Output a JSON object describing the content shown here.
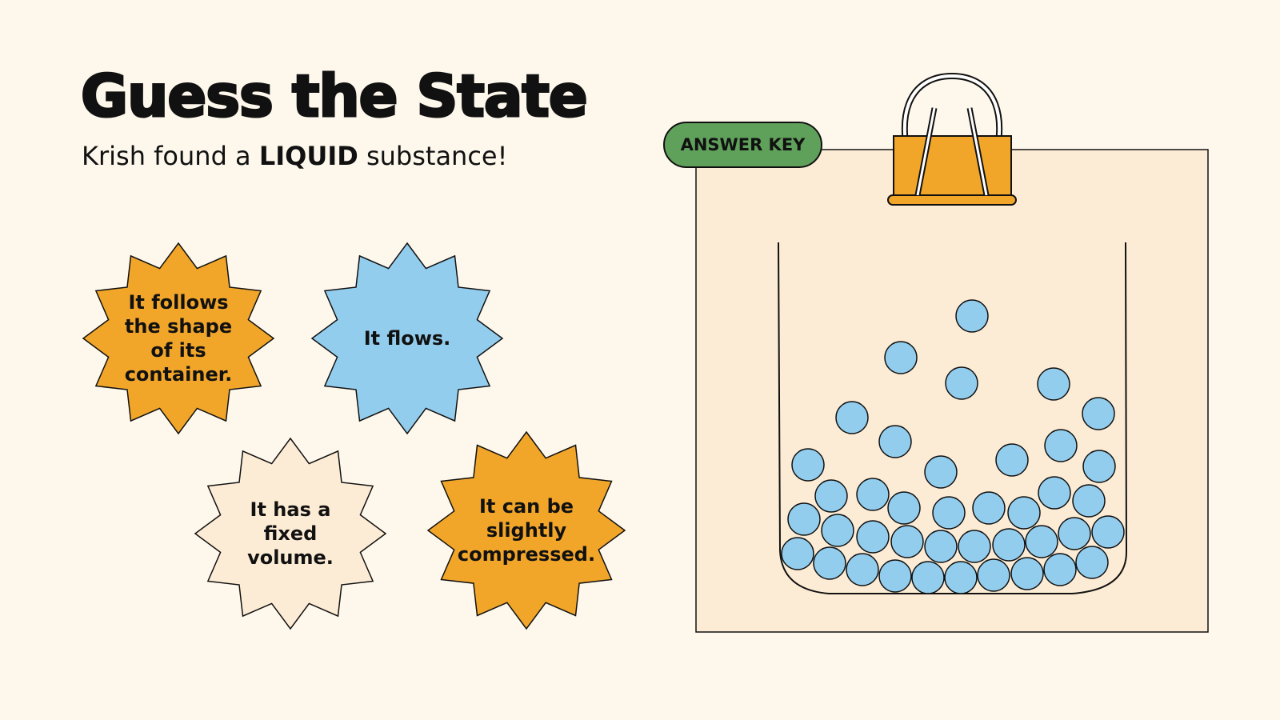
{
  "title": "Guess the State",
  "subtitle": {
    "before": "Krish found a ",
    "highlight": "LIQUID",
    "after": " substance!"
  },
  "badge": "ANSWER KEY",
  "cards": [
    {
      "lines": [
        "It follows",
        "the shape",
        "of its",
        "container."
      ],
      "fill": "#f1a62a"
    },
    {
      "lines": [
        "It flows."
      ],
      "fill": "#93cdee"
    },
    {
      "lines": [
        "It has a",
        "fixed",
        "volume."
      ],
      "fill": "#fdecd5"
    },
    {
      "lines": [
        "It can be",
        "slightly",
        "compressed."
      ],
      "fill": "#f1a62a"
    }
  ],
  "colors": {
    "background": "#fef8ec",
    "panel": "#fdecd5",
    "clip": "#f1a62a",
    "particle": "#93cdee",
    "badge": "#5fa05a"
  }
}
